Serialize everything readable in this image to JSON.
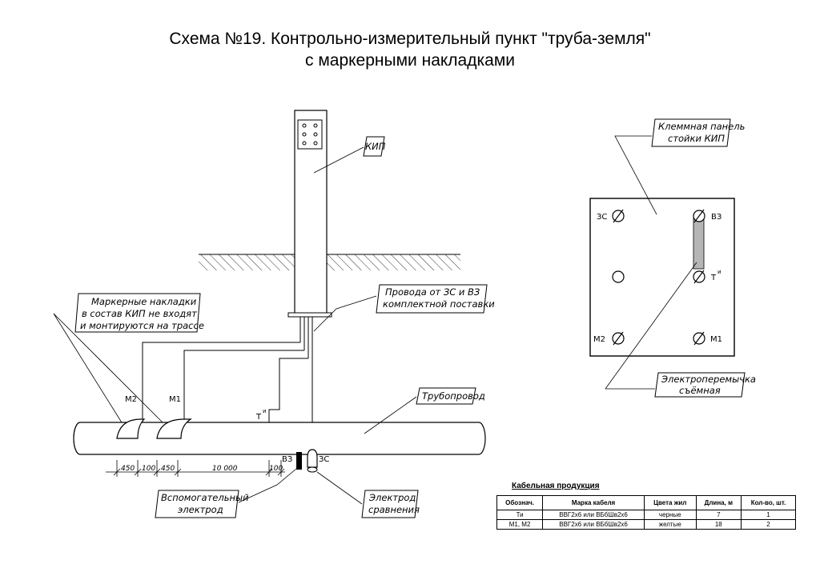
{
  "title": {
    "line1": "Схема №19. Контрольно-измерительный пункт \"труба-земля\"",
    "line2": "с маркерными накладками"
  },
  "labels": {
    "kip": "КИП",
    "wires": [
      "Провода от ЗС и ВЗ",
      "комплектной поставки"
    ],
    "markers_note": [
      "Маркерные накладки",
      "в состав КИП не входят",
      "и монтируются на трассе"
    ],
    "pipeline": "Трубопровод",
    "aux_electrode": [
      "Вспомогательный",
      "электрод"
    ],
    "ref_electrode": [
      "Электрод",
      "сравнения"
    ],
    "terminal_panel": [
      "Клеммная панель",
      "стойки КИП"
    ],
    "jumper": [
      "Электроперемычка",
      "съёмная"
    ],
    "m2": "M2",
    "m1": "M1",
    "t": "Т",
    "t_sup": "и",
    "vz": "ВЗ",
    "zs": "ЗС"
  },
  "dimensions": [
    "450",
    "100",
    "450",
    "10 000",
    "100"
  ],
  "panel": {
    "zs": "ЗС",
    "vz": "ВЗ",
    "t": "Т",
    "t_sup": "и",
    "m2": "M2",
    "m1": "M1"
  },
  "cable_table": {
    "title": "Кабельная продукция",
    "headers": [
      "Обознач.",
      "Марка кабеля",
      "Цвета жил",
      "Длина, м",
      "Кол-во, шт."
    ],
    "rows": [
      [
        "Ти",
        "ВВГ2х6 или ВБбШв2х6",
        "черные",
        "7",
        "1"
      ],
      [
        "M1, M2",
        "ВВГ2х6 или ВБбШв2х6",
        "желтые",
        "18",
        "2"
      ]
    ]
  },
  "colors": {
    "jumper_fill": "#b5b5b5",
    "line": "#000000"
  }
}
